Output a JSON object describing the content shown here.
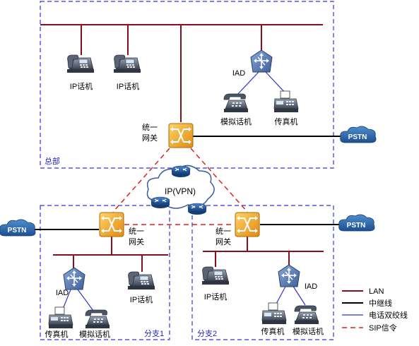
{
  "regions": {
    "hq": "总部",
    "branch1": "分支1",
    "branch2": "分支2"
  },
  "cloud_label": "IP(VPN)",
  "gateway_label_line1": "统一",
  "gateway_label_line2": "网关",
  "pstn_label": "PSTN",
  "iad_label": "IAD",
  "ip_phone_label": "IP话机",
  "analog_phone_label": "模拟话机",
  "fax_label": "传真机",
  "legend": [
    {
      "label": "LAN",
      "color": "#8b0c1c",
      "dashed": false
    },
    {
      "label": "中继线",
      "color": "#000000",
      "dashed": false
    },
    {
      "label": "电话双绞线",
      "color": "#3333cc",
      "dashed": false
    },
    {
      "label": "SIP信令",
      "color": "#e02020",
      "dashed": true
    }
  ],
  "colors": {
    "lan": "#8b0c1c",
    "trunk": "#000000",
    "twisted_pair": "#3333cc",
    "sip": "#e02020",
    "region_border": "#3333dd",
    "gateway": "#f0a020",
    "cloud_device": "#2b5fa8"
  }
}
